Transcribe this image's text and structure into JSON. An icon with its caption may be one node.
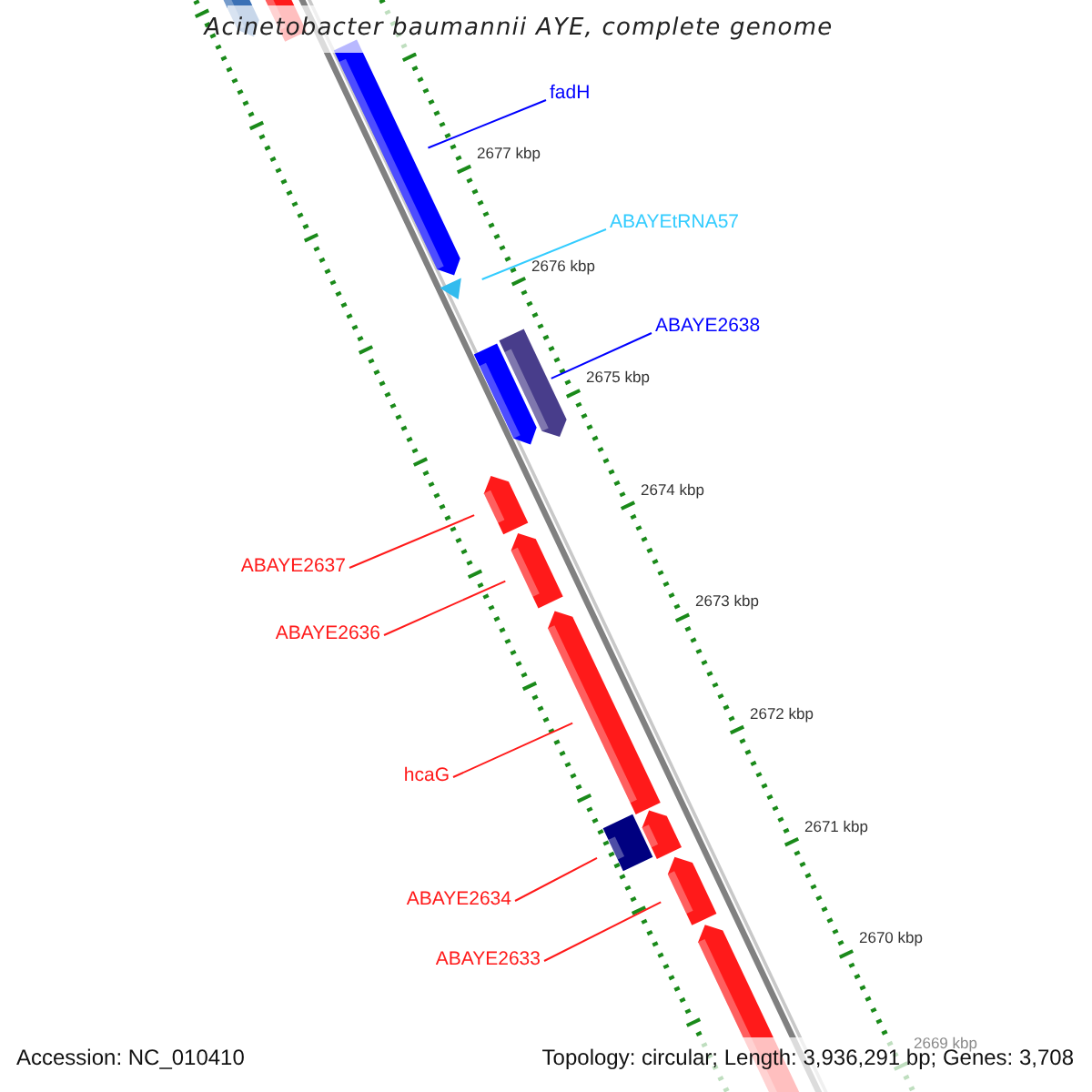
{
  "diagram": {
    "title": "Acinetobacter baumannii AYE, complete genome",
    "nodes": [
      {
        "text": [
          "fadH"
        ]
      },
      {
        "text": [
          "ABAYEtRNA57"
        ]
      },
      {
        "text": [
          "ABAYE2638"
        ]
      },
      {
        "text": [
          "ABAYE2637"
        ]
      },
      {
        "text": [
          "ABAYE2636"
        ]
      },
      {
        "text": [
          "hcaG"
        ]
      },
      {
        "text": [
          "ABAYE2634"
        ]
      },
      {
        "text": [
          "ABAYE2633"
        ]
      }
    ],
    "edges": [
      {
        "from": 0,
        "to": null,
        "arrow": "none",
        "color": "#0000ff"
      },
      {
        "from": 1,
        "to": null,
        "arrow": "none",
        "color": "#33ccff"
      },
      {
        "from": 2,
        "to": null,
        "arrow": "none",
        "color": "#0000ff"
      },
      {
        "from": 3,
        "to": null,
        "arrow": "none"
      },
      {
        "from": 4,
        "to": null,
        "arrow": "none"
      },
      {
        "from": 5,
        "to": null,
        "arrow": "none"
      },
      {
        "from": 6,
        "to": null,
        "arrow": "none"
      },
      {
        "from": 7,
        "to": null,
        "arrow": "none"
      }
    ],
    "labels": [
      "2677 kbp",
      "2676 kbp",
      "2675 kbp",
      "2674 kbp",
      "2673 kbp",
      "2672 kbp",
      "2671 kbp",
      "2670 kbp",
      "2669 kbp",
      "Accession: NC_010410",
      "Topology: circular; Length: 3,936,291 bp; Genes: 3,708"
    ]
  }
}
